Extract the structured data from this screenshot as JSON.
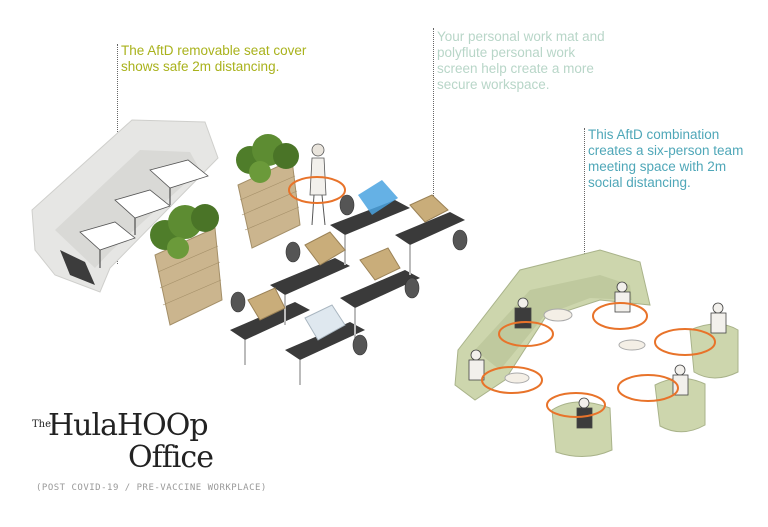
{
  "callouts": {
    "seat_cover": "The AftD removable seat cover shows safe 2m distancing.",
    "work_mat": "Your personal work mat and polyflute personal work screen help create a more secure workspace.",
    "combination": "This AftD combination creates a six-person team meeting space with 2m social distancing."
  },
  "logo": {
    "the": "The",
    "line1": "HulaHOOp",
    "line2": "Office",
    "subtitle": "(POST COVID-19 / PRE-VACCINE WORKPLACE)"
  },
  "colors": {
    "ring": "#e8732a",
    "seat_cover_text": "#a9b21c",
    "work_mat_text": "#b8d6c8",
    "combination_text": "#4fa7b8",
    "sofa_green": "#cdd6ad",
    "booth_grey": "#e6e6e4",
    "desk_top": "#3a3a3a",
    "screen_blue": "#4aa3e0",
    "cardboard": "#c9ad7a"
  }
}
